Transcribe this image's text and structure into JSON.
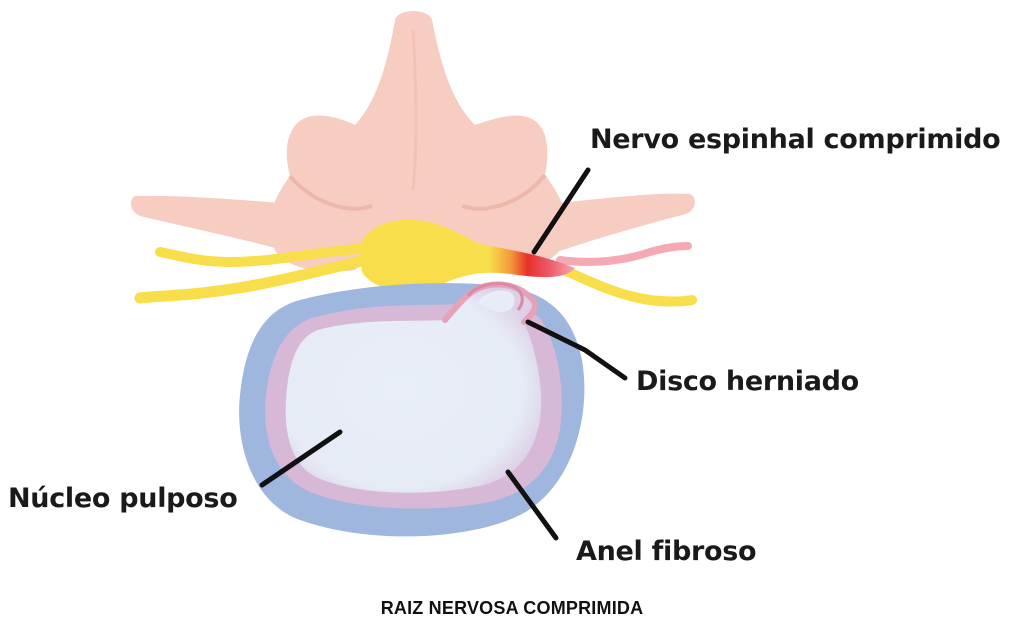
{
  "labels": {
    "compressed_nerve": "Nervo espinhal comprimido",
    "herniated_disc": "Disco herniado",
    "nucleus_pulposus": "Núcleo pulposo",
    "annulus_fibrosus": "Anel fibroso"
  },
  "caption": "RAIZ NERVOSA COMPRIMIDA",
  "colors": {
    "vertebra": "#f6cdc0",
    "vertebra_shadow": "#e9b3a5",
    "nerve": "#f8de4a",
    "nerve_compressed": "#e8302a",
    "annulus": "#9fb6de",
    "annulus_inner": "#d7b8d6",
    "nucleus": "#e7ecf7",
    "herniation_rim": "#e4a3b9",
    "leader_line": "#111111"
  }
}
